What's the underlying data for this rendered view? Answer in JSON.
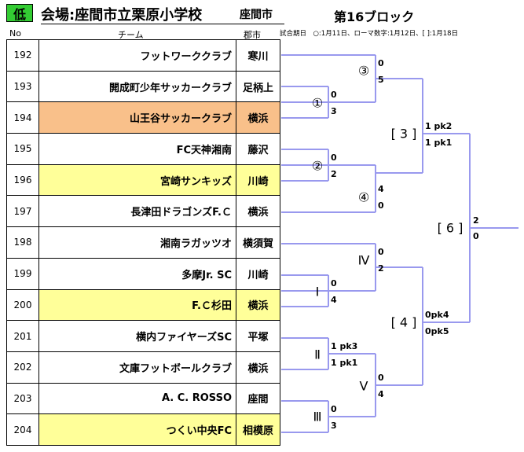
{
  "header": {
    "badge": "低",
    "venue": "会場:座間市立栗原小学校",
    "city": "座間市",
    "block": "第16ブロック",
    "col_no": "No",
    "col_team": "チーム",
    "col_district": "郡市",
    "date_note": "試合期日　○:1月11日、ローマ数字:1月12日、[ ]:1月18日"
  },
  "accent_colors": {
    "badge": "#33cc33",
    "orange": "#f9c08a",
    "yellow": "#ffff99",
    "bracket": "#9999ee"
  },
  "teams": [
    {
      "no": "192",
      "name": "フットワーククラブ",
      "district": "寒川",
      "hl": ""
    },
    {
      "no": "193",
      "name": "開成町少年サッカークラブ",
      "district": "足柄上",
      "hl": ""
    },
    {
      "no": "194",
      "name": "山王谷サッカークラブ",
      "district": "横浜",
      "hl": "orange"
    },
    {
      "no": "195",
      "name": "FC天神湘南",
      "district": "藤沢",
      "hl": ""
    },
    {
      "no": "196",
      "name": "宮崎サンキッズ",
      "district": "川崎",
      "hl": "yellow"
    },
    {
      "no": "197",
      "name": "長津田ドラゴンズF.Ｃ",
      "district": "横浜",
      "hl": ""
    },
    {
      "no": "198",
      "name": "湘南ラガッツオ",
      "district": "横須賀",
      "hl": ""
    },
    {
      "no": "199",
      "name": "多摩Jr. SC",
      "district": "川崎",
      "hl": ""
    },
    {
      "no": "200",
      "name": "F.Ｃ杉田",
      "district": "横浜",
      "hl": "yellow"
    },
    {
      "no": "201",
      "name": "横内ファイヤーズSC",
      "district": "平塚",
      "hl": ""
    },
    {
      "no": "202",
      "name": "文庫フットボールクラブ",
      "district": "横浜",
      "hl": ""
    },
    {
      "no": "203",
      "name": "A. C. ROSSO",
      "district": "座間",
      "hl": ""
    },
    {
      "no": "204",
      "name": "つくい中央FC",
      "district": "相模原",
      "hl": "yellow"
    }
  ],
  "matches": {
    "m1": {
      "label": "①",
      "top": "0",
      "bottom": "3"
    },
    "m2": {
      "label": "②",
      "top": "0",
      "bottom": "2"
    },
    "m3": {
      "label": "③",
      "top": "0",
      "bottom": "5"
    },
    "m4": {
      "label": "④",
      "top": "4",
      "bottom": "0"
    },
    "mI": {
      "label": "Ⅰ",
      "top": "0",
      "bottom": "4"
    },
    "mII": {
      "label": "Ⅱ",
      "top": "1 pk3",
      "bottom": "1 pk1"
    },
    "mIII": {
      "label": "Ⅲ",
      "top": "0",
      "bottom": "3"
    },
    "mIV": {
      "label": "Ⅳ",
      "top": "0",
      "bottom": "2"
    },
    "mV": {
      "label": "Ⅴ",
      "top": "0",
      "bottom": "4"
    },
    "s3": {
      "label": "[ 3 ]",
      "top": "1 pk2",
      "bottom": "1 pk1"
    },
    "s4": {
      "label": "[ 4 ]",
      "top": "0pk4",
      "bottom": "0pk5"
    },
    "s6": {
      "label": "[ 6 ]",
      "top": "2",
      "bottom": "0"
    }
  }
}
